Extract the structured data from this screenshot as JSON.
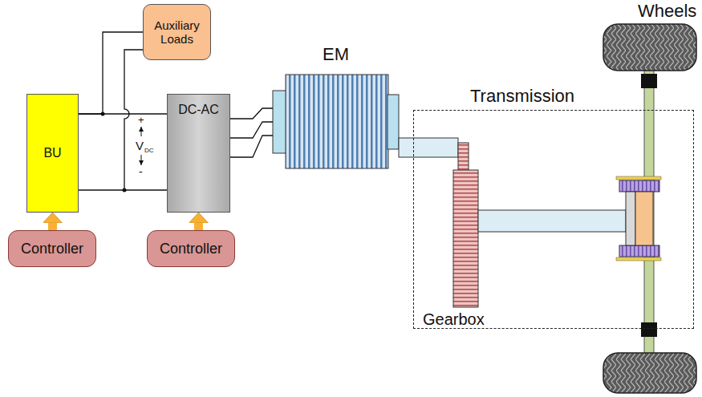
{
  "diagram": {
    "nodes": [
      {
        "text": [
          "Auxiliary Loads"
        ]
      },
      {
        "text": [
          "BU"
        ]
      },
      {
        "text": [
          "DC-AC"
        ]
      },
      {
        "text": [
          "Controller"
        ]
      },
      {
        "text": [
          "Controller"
        ]
      },
      {
        "text": [
          "EM"
        ]
      },
      {
        "text": [
          "Transmission"
        ]
      }
    ],
    "edges": [
      {
        "from": 3,
        "to": 1,
        "arrow": "to"
      },
      {
        "from": 4,
        "to": 2,
        "arrow": "to"
      },
      {
        "from": 1,
        "to": 0,
        "arrow": "none"
      },
      {
        "from": 1,
        "to": 2,
        "arrow": "none"
      },
      {
        "from": 2,
        "to": 5,
        "arrow": "none"
      }
    ],
    "labels": [
      "+",
      "V",
      "DC",
      "-",
      "Gearbox",
      "Wheels"
    ]
  }
}
